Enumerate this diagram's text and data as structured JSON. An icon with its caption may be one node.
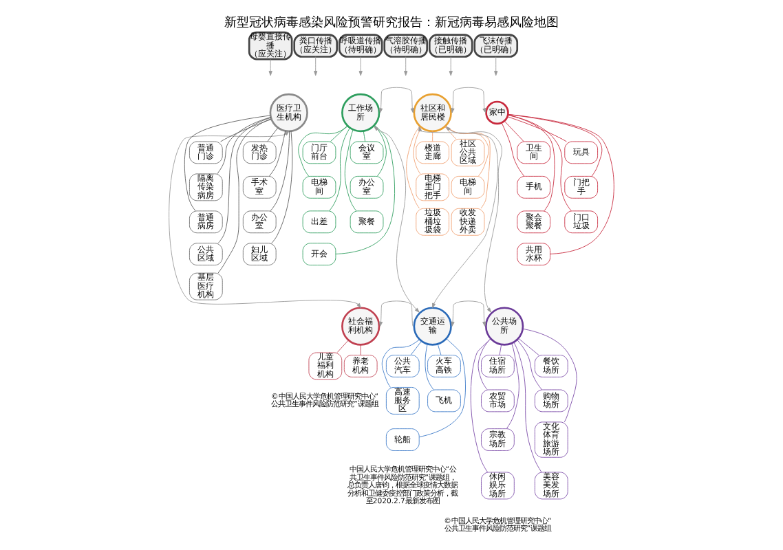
{
  "diagram": {
    "title": "新型冠状病毒感染风险预警研究报告：新冠病毒易感风险地图",
    "nodes": [
      {
        "text": [
          "母婴直接传播",
          "（应关注）"
        ]
      },
      {
        "text": [
          "粪口传播",
          "（应关注）"
        ]
      },
      {
        "text": [
          "呼吸道传播",
          "（待明确）"
        ]
      },
      {
        "text": [
          "气溶胶传播",
          "（待明确）"
        ]
      },
      {
        "text": [
          "接触传播",
          "（已明确）"
        ]
      },
      {
        "text": [
          "飞沫传播",
          "（已明确）"
        ]
      },
      {
        "text": [
          "医疗卫生机构"
        ]
      },
      {
        "text": [
          "工作场所"
        ]
      },
      {
        "text": [
          "社区和居民楼"
        ]
      },
      {
        "text": [
          "家中"
        ]
      },
      {
        "text": [
          "交通运输"
        ]
      },
      {
        "text": [
          "社会福利机构"
        ]
      },
      {
        "text": [
          "公共场所"
        ]
      },
      {
        "text": [
          "普通门诊"
        ]
      },
      {
        "text": [
          "发热门诊"
        ]
      },
      {
        "text": [
          "隔离传染病房"
        ]
      },
      {
        "text": [
          "手术室"
        ]
      },
      {
        "text": [
          "普通病房"
        ]
      },
      {
        "text": [
          "办公室"
        ]
      },
      {
        "text": [
          "公共区域"
        ]
      },
      {
        "text": [
          "妇儿区域"
        ]
      },
      {
        "text": [
          "基层医疗机构"
        ]
      },
      {
        "text": [
          "门厅前台"
        ]
      },
      {
        "text": [
          "会议室"
        ]
      },
      {
        "text": [
          "电梯间"
        ]
      },
      {
        "text": [
          "办公室"
        ]
      },
      {
        "text": [
          "出差"
        ]
      },
      {
        "text": [
          "聚餐"
        ]
      },
      {
        "text": [
          "开会"
        ]
      },
      {
        "text": [
          "社区公共区域"
        ]
      },
      {
        "text": [
          "楼道走廊"
        ]
      },
      {
        "text": [
          "电梯间"
        ]
      },
      {
        "text": [
          "电梯里门把手"
        ]
      },
      {
        "text": [
          "收发快递外卖"
        ]
      },
      {
        "text": [
          "垃圾桶垃圾袋"
        ]
      },
      {
        "text": [
          "卫生间"
        ]
      },
      {
        "text": [
          "玩具"
        ]
      },
      {
        "text": [
          "手机"
        ]
      },
      {
        "text": [
          "门把手"
        ]
      },
      {
        "text": [
          "聚会聚餐"
        ]
      },
      {
        "text": [
          "门口垃圾"
        ]
      },
      {
        "text": [
          "共用水杯"
        ]
      },
      {
        "text": [
          "公共汽车"
        ]
      },
      {
        "text": [
          "火车高铁"
        ]
      },
      {
        "text": [
          "高速服务区"
        ]
      },
      {
        "text": [
          "飞机"
        ]
      },
      {
        "text": [
          "轮船"
        ]
      },
      {
        "text": [
          "养老机构"
        ]
      },
      {
        "text": [
          "儿童福利机构"
        ]
      },
      {
        "text": [
          "餐饮场所"
        ]
      },
      {
        "text": [
          "住宿场所"
        ]
      },
      {
        "text": [
          "购物场所"
        ]
      },
      {
        "text": [
          "农贸市场"
        ]
      },
      {
        "text": [
          "文化体育旅游场所"
        ]
      },
      {
        "text": [
          "宗教场所"
        ]
      },
      {
        "text": [
          "美容美发场所"
        ]
      },
      {
        "text": [
          "休闲娱乐场所"
        ]
      }
    ],
    "edges": [
      {
        "from": 0,
        "to": null,
        "arrow": "to"
      },
      {
        "from": 1,
        "to": null,
        "arrow": "to"
      },
      {
        "from": 2,
        "to": null,
        "arrow": "to"
      },
      {
        "from": 3,
        "to": null,
        "arrow": "to"
      },
      {
        "from": 4,
        "to": null,
        "arrow": "to"
      },
      {
        "from": 5,
        "to": null,
        "arrow": "to"
      },
      {
        "from": 9,
        "to": 8,
        "arrow": "both"
      },
      {
        "from": 8,
        "to": 7,
        "arrow": "both"
      },
      {
        "from": 10,
        "to": 8,
        "arrow": "both"
      },
      {
        "from": 10,
        "to": 7,
        "arrow": "both"
      },
      {
        "from": 10,
        "to": 11,
        "arrow": "to"
      },
      {
        "from": 6,
        "to": 11,
        "arrow": "both"
      },
      {
        "from": 12,
        "to": 10,
        "arrow": "both"
      },
      {
        "from": 12,
        "to": 8,
        "arrow": "both"
      },
      {
        "from": 6,
        "to": 13,
        "arrow": "none",
        "color": "#5a5a5a"
      },
      {
        "from": 6,
        "to": 14,
        "arrow": "none",
        "color": "#5a5a5a"
      },
      {
        "from": 6,
        "to": 15,
        "arrow": "none",
        "color": "#5a5a5a"
      },
      {
        "from": 6,
        "to": 16,
        "arrow": "none",
        "color": "#5a5a5a"
      },
      {
        "from": 6,
        "to": 17,
        "arrow": "none",
        "color": "#5a5a5a"
      },
      {
        "from": 6,
        "to": 18,
        "arrow": "none",
        "color": "#5a5a5a"
      },
      {
        "from": 6,
        "to": 19,
        "arrow": "none",
        "color": "#5a5a5a"
      },
      {
        "from": 6,
        "to": 20,
        "arrow": "none",
        "color": "#5a5a5a"
      },
      {
        "from": 6,
        "to": 21,
        "arrow": "none",
        "color": "#5a5a5a"
      },
      {
        "from": 7,
        "to": 22,
        "arrow": "none",
        "color": "#2e9e5e"
      },
      {
        "from": 7,
        "to": 23,
        "arrow": "none",
        "color": "#2e9e5e"
      },
      {
        "from": 7,
        "to": 24,
        "arrow": "none",
        "color": "#2e9e5e"
      },
      {
        "from": 7,
        "to": 25,
        "arrow": "none",
        "color": "#2e9e5e"
      },
      {
        "from": 7,
        "to": 26,
        "arrow": "none",
        "color": "#2e9e5e"
      },
      {
        "from": 7,
        "to": 27,
        "arrow": "none",
        "color": "#2e9e5e"
      },
      {
        "from": 7,
        "to": 28,
        "arrow": "none",
        "color": "#2e9e5e"
      },
      {
        "from": 8,
        "to": 29,
        "arrow": "none",
        "color": "#f0a070"
      },
      {
        "from": 8,
        "to": 30,
        "arrow": "none",
        "color": "#f0a070"
      },
      {
        "from": 8,
        "to": 31,
        "arrow": "none",
        "color": "#f0a070"
      },
      {
        "from": 8,
        "to": 32,
        "arrow": "none",
        "color": "#f0a070"
      },
      {
        "from": 8,
        "to": 33,
        "arrow": "none",
        "color": "#f0a070"
      },
      {
        "from": 8,
        "to": 34,
        "arrow": "none",
        "color": "#f0a070"
      },
      {
        "from": 9,
        "to": 35,
        "arrow": "none",
        "color": "#c8283c"
      },
      {
        "from": 9,
        "to": 36,
        "arrow": "none",
        "color": "#c8283c"
      },
      {
        "from": 9,
        "to": 37,
        "arrow": "none",
        "color": "#c8283c"
      },
      {
        "from": 9,
        "to": 38,
        "arrow": "none",
        "color": "#c8283c"
      },
      {
        "from": 9,
        "to": 39,
        "arrow": "none",
        "color": "#c8283c"
      },
      {
        "from": 9,
        "to": 40,
        "arrow": "none",
        "color": "#c8283c"
      },
      {
        "from": 9,
        "to": 41,
        "arrow": "none",
        "color": "#c8283c"
      },
      {
        "from": 10,
        "to": 42,
        "arrow": "none",
        "color": "#3a78c8"
      },
      {
        "from": 10,
        "to": 43,
        "arrow": "none",
        "color": "#3a78c8"
      },
      {
        "from": 10,
        "to": 44,
        "arrow": "none",
        "color": "#3a78c8"
      },
      {
        "from": 10,
        "to": 45,
        "arrow": "none",
        "color": "#3a78c8"
      },
      {
        "from": 10,
        "to": 46,
        "arrow": "none",
        "color": "#3a78c8"
      },
      {
        "from": 11,
        "to": 47,
        "arrow": "none",
        "color": "#c04050"
      },
      {
        "from": 11,
        "to": 48,
        "arrow": "none",
        "color": "#c04050"
      },
      {
        "from": 12,
        "to": 49,
        "arrow": "none",
        "color": "#7a4aa8"
      },
      {
        "from": 12,
        "to": 50,
        "arrow": "none",
        "color": "#7a4aa8"
      },
      {
        "from": 12,
        "to": 51,
        "arrow": "none",
        "color": "#7a4aa8"
      },
      {
        "from": 12,
        "to": 52,
        "arrow": "none",
        "color": "#7a4aa8"
      },
      {
        "from": 12,
        "to": 53,
        "arrow": "none",
        "color": "#7a4aa8"
      },
      {
        "from": 12,
        "to": 54,
        "arrow": "none",
        "color": "#7a4aa8"
      },
      {
        "from": 12,
        "to": 55,
        "arrow": "none",
        "color": "#7a4aa8"
      },
      {
        "from": 12,
        "to": 56,
        "arrow": "none",
        "color": "#7a4aa8"
      }
    ],
    "labels": [
      "©中国人民大学危机管理研究中心“公共卫生事件风险防范研究”课题组",
      "中国人民大学危机管理研究中心“公共卫生事件风险防范研究”课题组，总负责人唐钧，根据全球疫情大数据分析和卫健委疫控部门政策分析，截至2020.2.7最新发布图",
      "©中国人民大学危机管理研究中心“公共卫生事件风险防范研究”课题组"
    ]
  }
}
